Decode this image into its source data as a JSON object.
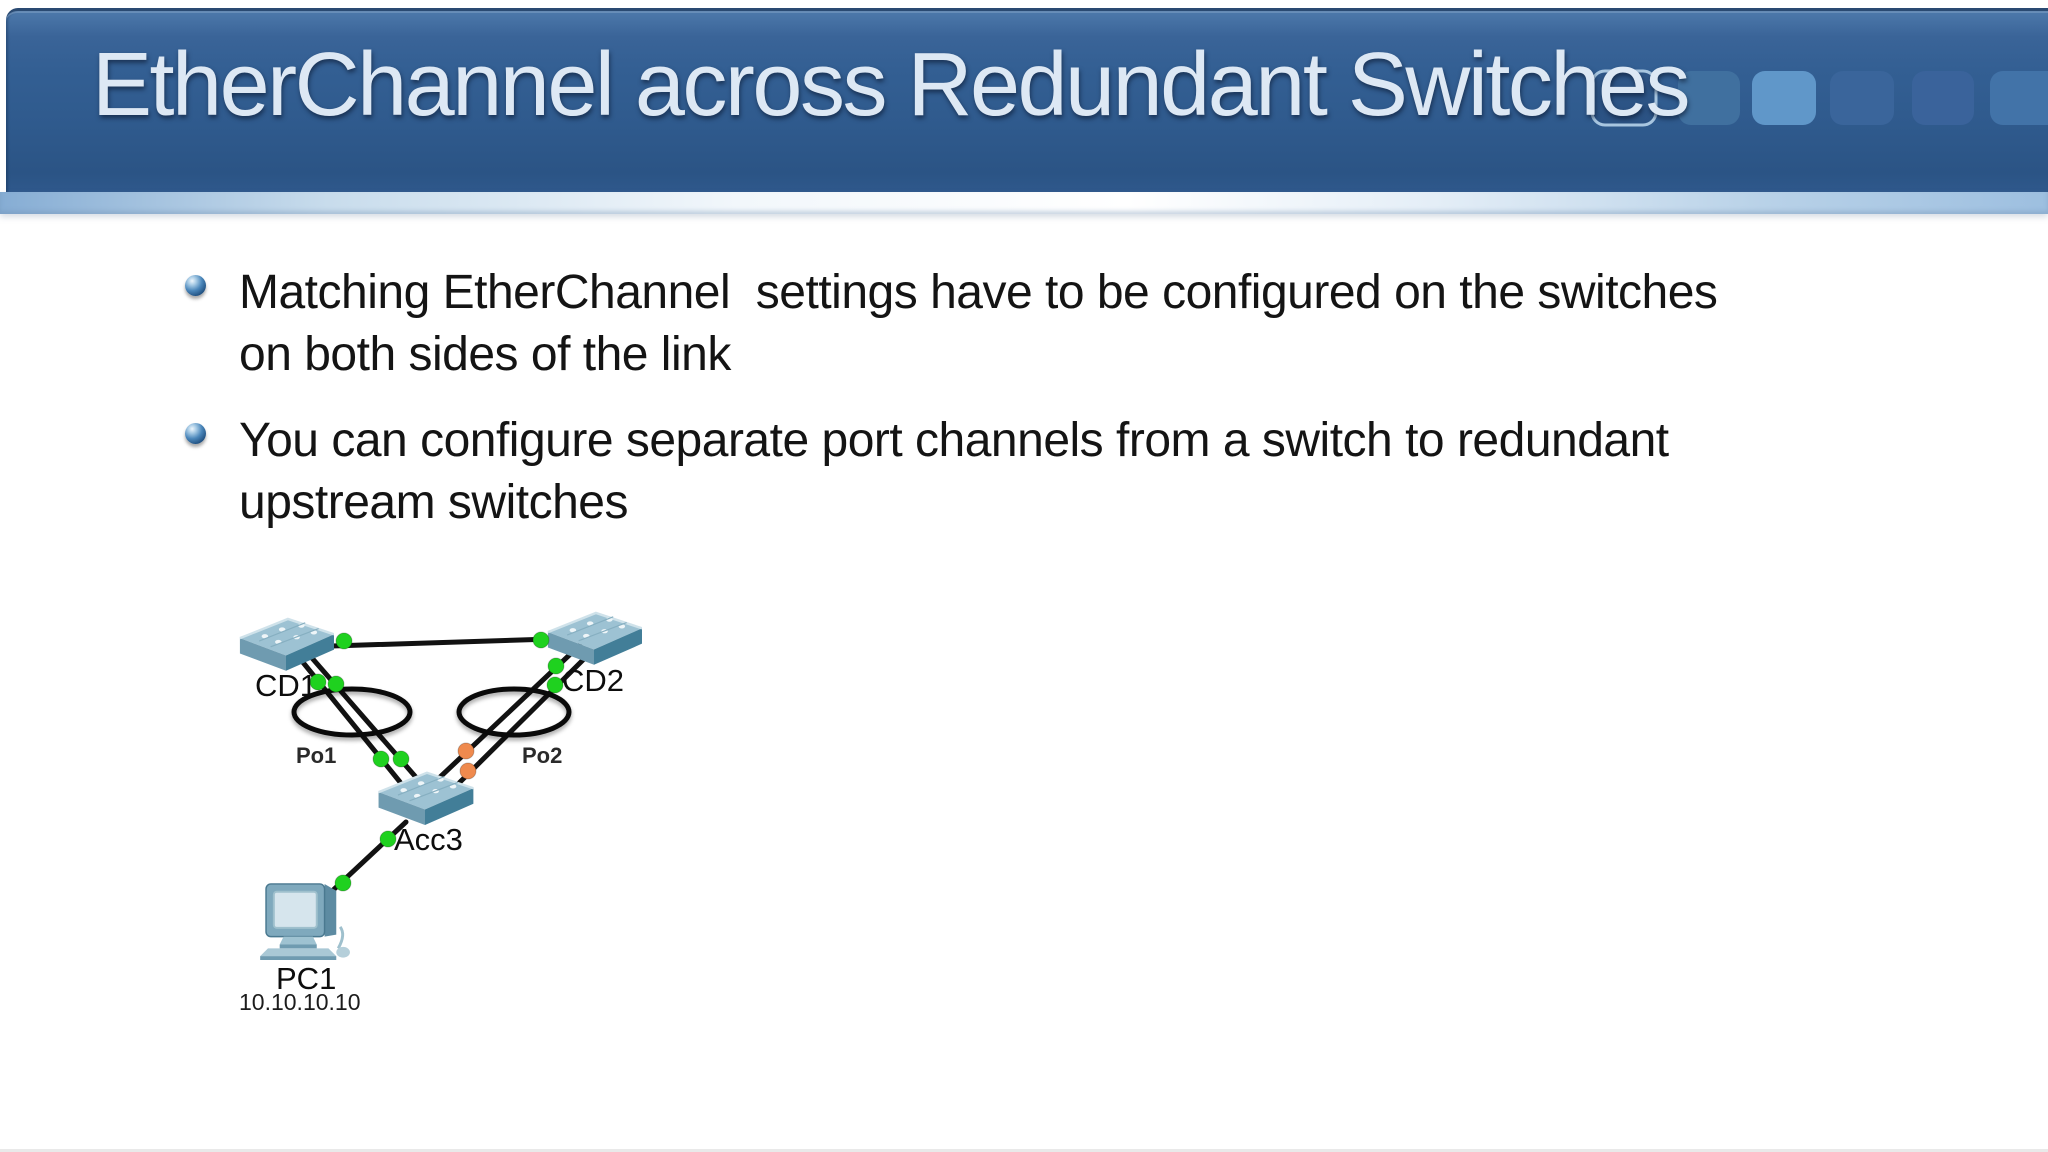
{
  "header": {
    "title": "EtherChannel across Redundant Switches",
    "deco_squares": [
      {
        "fill": "rgba(25,50,90,0.18)",
        "border": "#a8c6e0"
      },
      {
        "fill": "#40709f"
      },
      {
        "fill": "#6097c9"
      },
      {
        "fill": "#3a659b"
      },
      {
        "fill": "#3a639b"
      },
      {
        "fill": "#4273a8"
      }
    ]
  },
  "bullets": [
    {
      "text": "Matching EtherChannel  settings have to be configured on the switches\non both sides of the link"
    },
    {
      "text": "You can configure separate port channels from a switch to redundant\nupstream switches"
    }
  ],
  "diagram": {
    "devices": {
      "cd1": {
        "label": "CD1",
        "type": "switch"
      },
      "cd2": {
        "label": "CD2",
        "type": "switch"
      },
      "acc3": {
        "label": "Acc3",
        "type": "switch"
      },
      "pc1": {
        "label": "PC1",
        "type": "pc",
        "ip": "10.10.10.10"
      }
    },
    "port_channels": {
      "po1": {
        "label": "Po1"
      },
      "po2": {
        "label": "Po2"
      }
    },
    "status_colors": {
      "up": "#1fd11f",
      "amber": "#ef8a4e"
    }
  }
}
